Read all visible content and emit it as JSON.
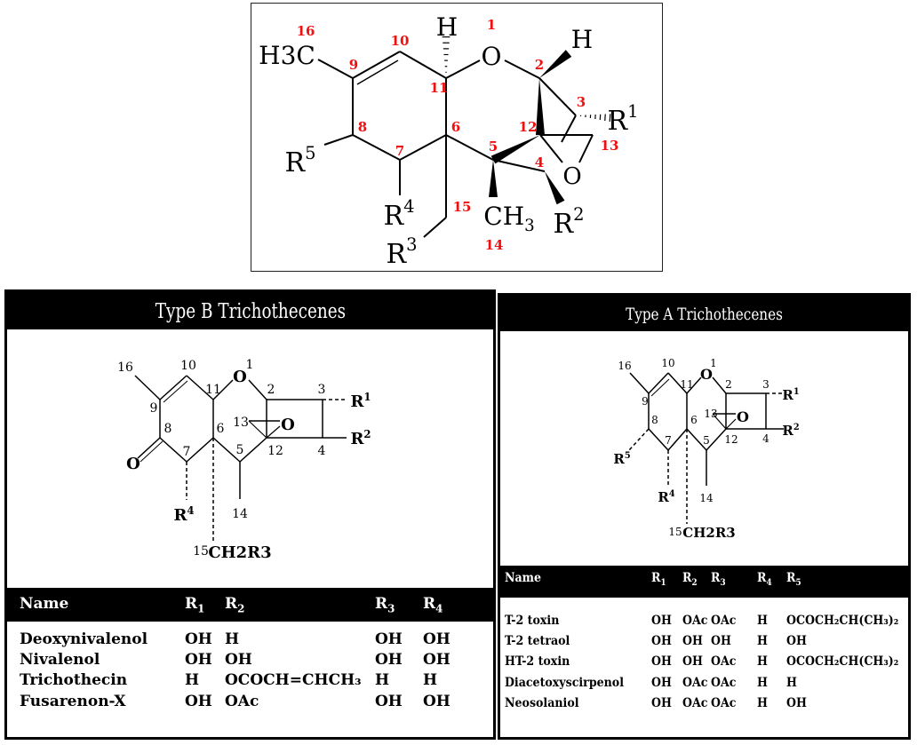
{
  "top_structure": {
    "atom_numbers": [
      "1",
      "2",
      "3",
      "4",
      "5",
      "6",
      "7",
      "8",
      "9",
      "10",
      "11",
      "12",
      "13",
      "14",
      "15",
      "16"
    ],
    "groups": {
      "h3c": "H3C",
      "h_top": "H",
      "h_right": "H",
      "o_ring": "O",
      "o_epoxide": "O",
      "r1": "R1",
      "r2": "R2",
      "r3": "R3",
      "r4": "R4",
      "r5": "R5",
      "ch3": "CH3"
    }
  },
  "type_b": {
    "title": "Type B Trichothecenes",
    "structure": {
      "atom_numbers": [
        "1",
        "2",
        "3",
        "4",
        "5",
        "6",
        "7",
        "8",
        "9",
        "10",
        "11",
        "12",
        "13",
        "14",
        "15",
        "16"
      ],
      "groups": {
        "o_ring": "O",
        "o_epoxide": "O",
        "o_keto": "O",
        "r1": "R1",
        "r2": "R2",
        "r4": "R4",
        "ch2r3": "CH2R3"
      }
    },
    "table": {
      "headers": [
        "Name",
        "R1",
        "R2",
        "R3",
        "R4"
      ],
      "rows": [
        [
          "Deoxynivalenol",
          "OH",
          "H",
          "OH",
          "OH"
        ],
        [
          "Nivalenol",
          "OH",
          "OH",
          "OH",
          "OH"
        ],
        [
          "Trichothecin",
          "H",
          "OCOCH=CHCH₃",
          "H",
          "H"
        ],
        [
          "Fusarenon-X",
          "OH",
          "OAc",
          "OH",
          "OH"
        ]
      ]
    }
  },
  "type_a": {
    "title": "Type A Trichothecenes",
    "structure": {
      "atom_numbers": [
        "1",
        "2",
        "3",
        "4",
        "5",
        "6",
        "7",
        "8",
        "9",
        "10",
        "11",
        "12",
        "13",
        "14",
        "15",
        "16"
      ],
      "groups": {
        "o_ring": "O",
        "o_epoxide": "O",
        "r1": "R1",
        "r2": "R2",
        "r4": "R4",
        "r5": "R5",
        "ch2r3": "CH2R3"
      }
    },
    "table": {
      "headers": [
        "Name",
        "R1",
        "R2",
        "R3",
        "R4",
        "R5"
      ],
      "rows": [
        [
          "T-2 toxin",
          "OH",
          "OAc",
          "OAc",
          "H",
          "OCOCH₂CH(CH₃)₂"
        ],
        [
          "T-2 tetraol",
          "OH",
          "OH",
          "OH",
          "H",
          "OH"
        ],
        [
          "HT-2 toxin",
          "OH",
          "OH",
          "OAc",
          "H",
          "OCOCH₂CH(CH₃)₂"
        ],
        [
          "Diacetoxyscirpenol",
          "OH",
          "OAc",
          "OAc",
          "H",
          "H"
        ],
        [
          "Neosolaniol",
          "OH",
          "OAc",
          "OAc",
          "H",
          "OH"
        ]
      ]
    }
  },
  "colors": {
    "atom_number": "#ee1111",
    "ink": "#000000"
  }
}
